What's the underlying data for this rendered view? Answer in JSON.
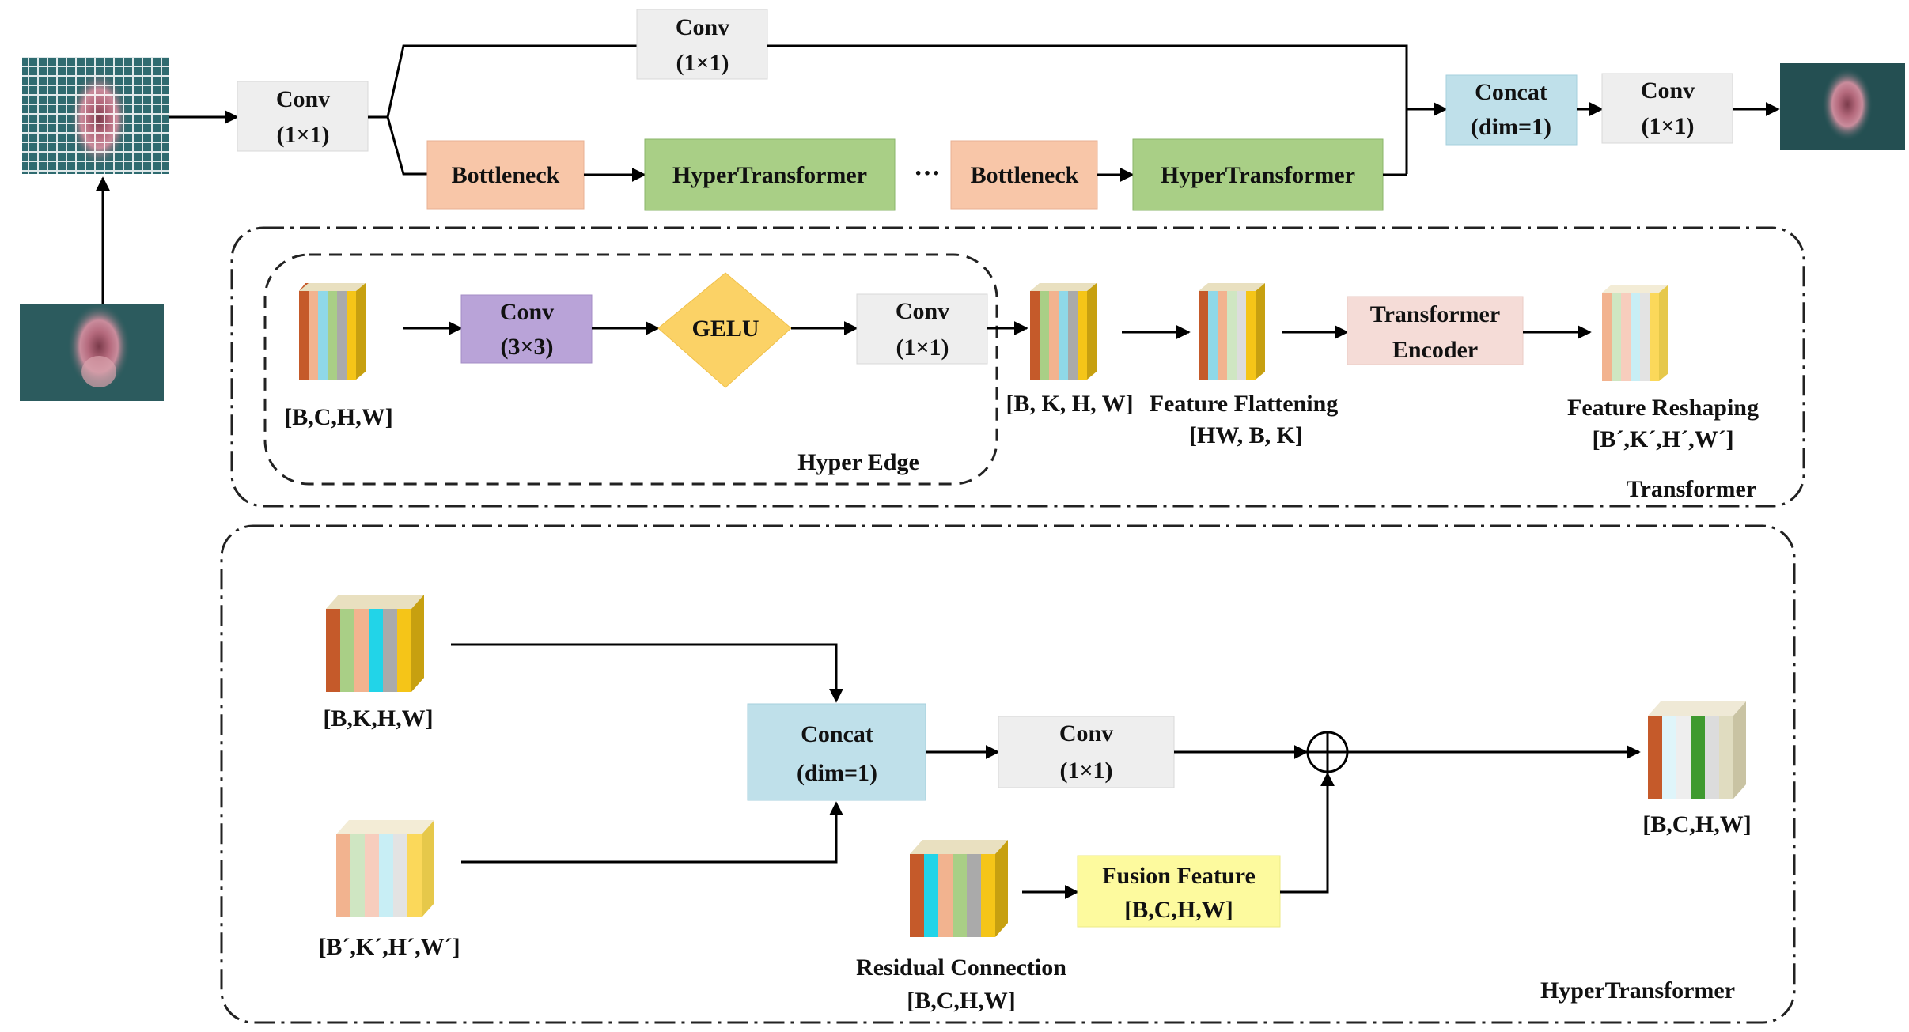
{
  "colors": {
    "conv_fill": "#eeeeee",
    "bottleneck_fill": "#f8c6a8",
    "hypertransformer_fill": "#a9cf86",
    "concat_fill": "#bfe0ea",
    "conv3x3_fill": "#b9a3d8",
    "gelu_fill": "#fbd266",
    "encoder_fill": "#f5dcd7",
    "fusion_fill": "#fdfa9e",
    "line": "#000000"
  },
  "top_row": {
    "conv_in": {
      "line1": "Conv",
      "line2": "(1×1)"
    },
    "conv_skip": {
      "line1": "Conv",
      "line2": "(1×1)"
    },
    "bottleneck1": "Bottleneck",
    "hypertransformer1": "HyperTransformer",
    "ellipsis": "···",
    "bottleneck2": "Bottleneck",
    "hypertransformer2": "HyperTransformer",
    "concat": {
      "line1": "Concat",
      "line2": "(dim=1)"
    },
    "conv_out": {
      "line1": "Conv",
      "line2": "(1×1)"
    }
  },
  "transformer_panel": {
    "input_shape": "[B,C,H,W]",
    "conv3x3": {
      "line1": "Conv",
      "line2": "(3×3)"
    },
    "gelu": "GELU",
    "conv1x1": {
      "line1": "Conv",
      "line2": "(1×1)"
    },
    "hyper_edge_label": "Hyper  Edge",
    "edge_shape": "[B, K, H, W]",
    "flatten_label": "Feature Flattening",
    "flatten_shape": "[HW, B, K]",
    "encoder": {
      "line1": "Transformer",
      "line2": "Encoder"
    },
    "reshape_label": "Feature Reshaping",
    "reshape_shape": "[B´,K´,H´,W´]",
    "panel_title": "Transformer"
  },
  "hypertransformer_panel": {
    "input1_shape": "[B,K,H,W]",
    "input2_shape": "[B´,K´,H´,W´]",
    "concat": {
      "line1": "Concat",
      "line2": "(dim=1)"
    },
    "conv": {
      "line1": "Conv",
      "line2": "(1×1)"
    },
    "residual_label": "Residual Connection",
    "residual_shape": "[B,C,H,W]",
    "fusion": {
      "line1": "Fusion Feature",
      "line2": "[B,C,H,W]"
    },
    "output_shape": "[B,C,H,W]",
    "panel_title": "HyperTransformer"
  }
}
